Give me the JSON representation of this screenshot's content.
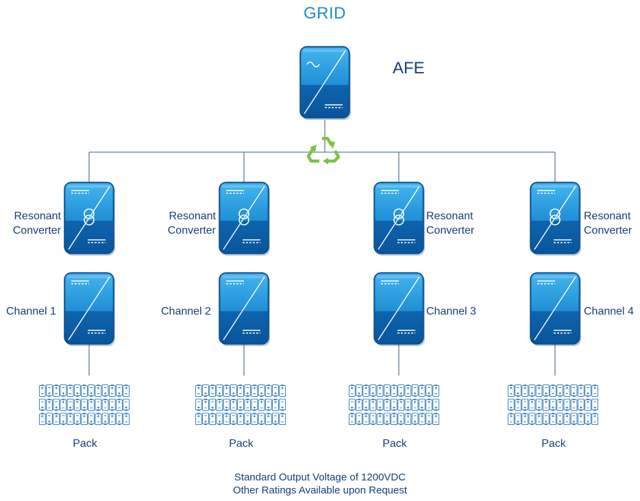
{
  "grid": {
    "label": "GRID"
  },
  "afe": {
    "label": "AFE"
  },
  "channels": [
    {
      "converter_label_1": "Resonant",
      "converter_label_2": "Converter",
      "channel_label": "Channel 1",
      "pack_label": "Pack"
    },
    {
      "converter_label_1": "Resonant",
      "converter_label_2": "Converter",
      "channel_label": "Channel 2",
      "pack_label": "Pack"
    },
    {
      "converter_label_1": "Resonant",
      "converter_label_2": "Converter",
      "channel_label": "Channel 3",
      "pack_label": "Pack"
    },
    {
      "converter_label_1": "Resonant",
      "converter_label_2": "Converter",
      "channel_label": "Channel 4",
      "pack_label": "Pack"
    }
  ],
  "footer": {
    "line1": "Standard Output Voltage of 1200VDC",
    "line2": "Other Ratings Available upon Request"
  },
  "colors": {
    "grid_text": "#1d8ad2",
    "label_text": "#153f78",
    "module_top": "#2ea3e6",
    "module_bottom": "#0a5da8",
    "module_border": "#0b4a86",
    "bus_line": "#5e7f97",
    "recycle_icon": "#7dc242"
  },
  "icons": {
    "afe": "ac-dc-converter-icon",
    "converter": "transformer-converter-icon",
    "channel": "dc-dc-converter-icon",
    "pack": "battery-pack-icon",
    "bidirectional": "recycle-arrows-icon"
  }
}
